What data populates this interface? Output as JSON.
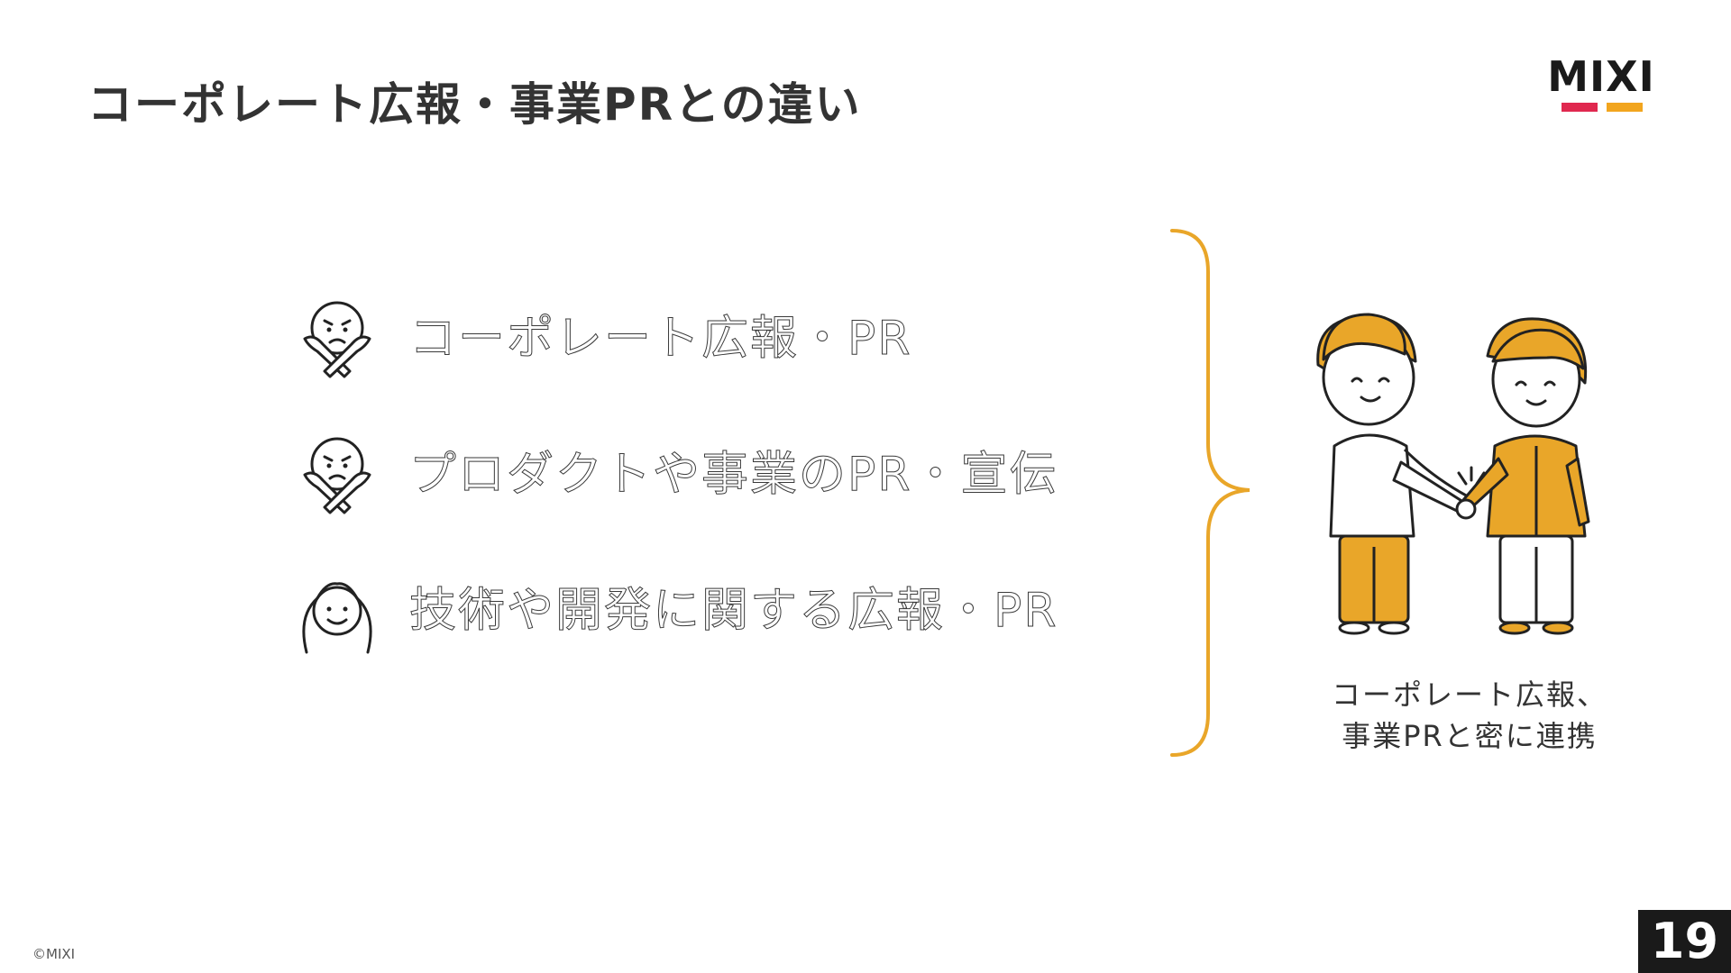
{
  "slide": {
    "title": "コーポレート広報・事業PRとの違い",
    "logo_text": "MIXI",
    "copyright": "©MIXI",
    "page_number": "19"
  },
  "items": [
    {
      "label": "コーポレート広報・PR",
      "icon": "crossed-arms-face-icon"
    },
    {
      "label": "プロダクトや事業のPR・宣伝",
      "icon": "crossed-arms-face-icon"
    },
    {
      "label": "技術や開発に関する広報・PR",
      "icon": "ok-arms-face-icon"
    }
  ],
  "illustration": {
    "icon": "handshake-illustration",
    "caption_line1": "コーポレート広報、",
    "caption_line2": "事業PRと密に連携"
  },
  "colors": {
    "accent_orange": "#E9A629",
    "logo_red": "#E0284F",
    "logo_yellow": "#F2A51E",
    "text_dark": "#333333"
  }
}
